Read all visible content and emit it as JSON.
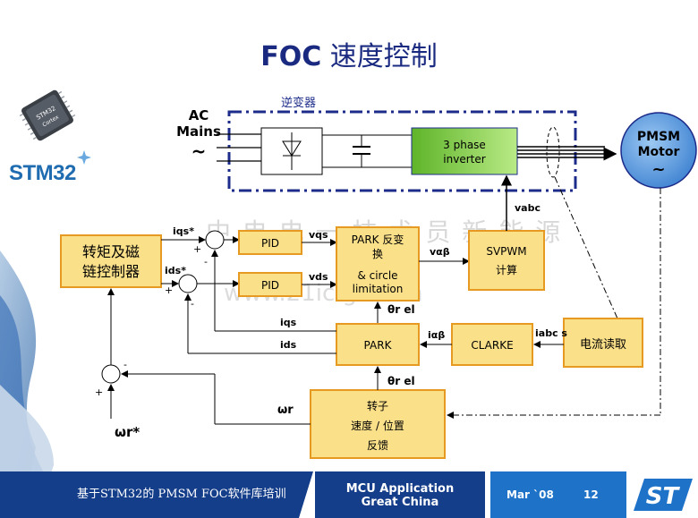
{
  "title": {
    "bold": "FOC",
    "rest": " 速度控制"
  },
  "logo": {
    "brand": "STM32",
    "chip_label1": "STM32",
    "chip_label2": "Cortex"
  },
  "watermark": {
    "line1": "中 电 电 一 技 术 员 新 能 源",
    "line2": "www.21ic.grid.cn"
  },
  "diagram": {
    "inverter_group_label": "逆变器",
    "ac_mains": {
      "line1": "AC",
      "line2": "Mains",
      "line3": "~"
    },
    "inverter_line1": "3 phase",
    "inverter_line2": "inverter",
    "motor": {
      "line1": "PMSM",
      "line2": "Motor",
      "line3": "~"
    },
    "torque_ctrl_line1": "转矩及磁",
    "torque_ctrl_line2": "链控制器",
    "pid_q": "PID",
    "pid_d": "PID",
    "park_inv_line1": "PARK 反变",
    "park_inv_line2": "换",
    "park_inv_line3": "& circle",
    "park_inv_line4": "limitation",
    "svpwm_line1": "SVPWM",
    "svpwm_line2": "计算",
    "park": "PARK",
    "clarke": "CLARKE",
    "current_read": "电流读取",
    "rotor_line1": "转子",
    "rotor_line2": "速度 / 位置",
    "rotor_line3": "反馈",
    "sig_iqs_star": "iqs*",
    "sig_ids_star": "ids*",
    "sig_vqs": "vqs",
    "sig_vds": "vds",
    "sig_valphabeta": "vαβ",
    "sig_vabc": "vabc",
    "sig_theta_top": "θr el",
    "sig_theta_bot": "θr el",
    "sig_iqs": "iqs",
    "sig_ids": "ids",
    "sig_ialphabeta": "iαβ",
    "sig_iabcs": "iabc s",
    "sig_omega_r": "ωr",
    "sig_omega_r_star": "ωr*",
    "plus": "+",
    "minus": "-"
  },
  "footer": {
    "course": "基于STM32的 PMSM FOC软件库培训",
    "mid_line1": "MCU Application",
    "mid_line2": "Great China",
    "date": "Mar `08",
    "page": "12"
  },
  "colors": {
    "box_fill": "#fbe08a",
    "box_stroke": "#e79a22",
    "motor_fill": "#5c9de0",
    "inverter_fill": "#8fd14a",
    "title": "#1a2a80"
  }
}
